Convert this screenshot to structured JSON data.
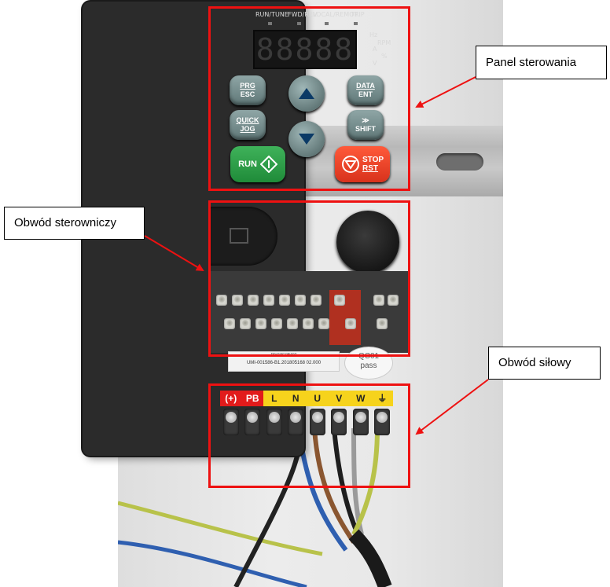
{
  "indicators": [
    {
      "label": "RUN/TUNE"
    },
    {
      "label": "FWD/REV"
    },
    {
      "label": "LOCAL/REMOT"
    },
    {
      "label": "TRIP"
    }
  ],
  "display": {
    "digits": "88888"
  },
  "units": [
    "Hz",
    "RPM",
    "A",
    "%",
    "V"
  ],
  "keys": {
    "prg": {
      "line1": "PRG",
      "line2": "ESC"
    },
    "data": {
      "line1": "DATA",
      "line2": "ENT"
    },
    "quick": {
      "line1": "QUICK",
      "line2": "JOG"
    },
    "shift": {
      "line1": "≫",
      "line2": "SHIFT"
    },
    "run": {
      "label": "RUN"
    },
    "stop": {
      "line1": "STOP",
      "line2": "RST"
    }
  },
  "sticker": {
    "line1": "P0418G0B492",
    "line2": "UMI-001586-B1.201805168 02.000"
  },
  "qc_stamp": {
    "line1": "QC01",
    "line2": "pass"
  },
  "power_terminals": [
    {
      "label": "(+)",
      "bg": "#e21b1b",
      "color": "#ffffff"
    },
    {
      "label": "PB",
      "bg": "#e21b1b",
      "color": "#ffffff"
    },
    {
      "label": "L",
      "bg": "#f6d31c",
      "color": "#222222"
    },
    {
      "label": "N",
      "bg": "#f6d31c",
      "color": "#222222"
    },
    {
      "label": "U",
      "bg": "#f6d31c",
      "color": "#222222"
    },
    {
      "label": "V",
      "bg": "#f6d31c",
      "color": "#222222"
    },
    {
      "label": "W",
      "bg": "#f6d31c",
      "color": "#222222"
    },
    {
      "label": "⏚",
      "bg": "#f6d31c",
      "color": "#222222"
    }
  ],
  "callouts": {
    "panel": "Panel sterowania",
    "control": "Obwód sterowniczy",
    "power": "Obwód siłowy"
  },
  "colors": {
    "highlight": "#ee1111",
    "run_key": "#2aa64a",
    "stop_key": "#e8391f"
  }
}
